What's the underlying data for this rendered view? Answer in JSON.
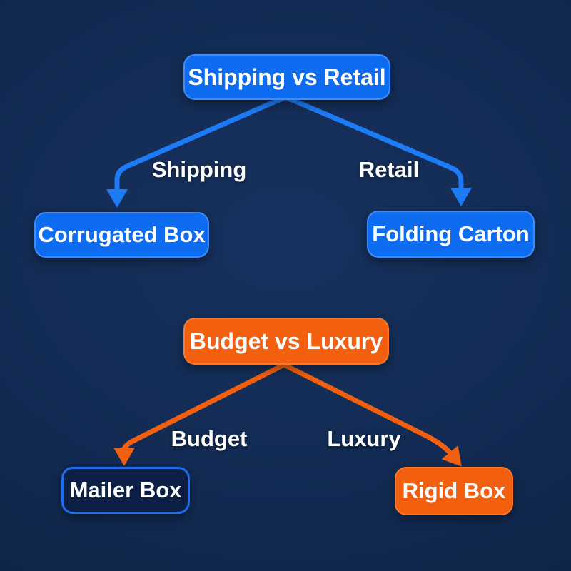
{
  "colors": {
    "background": "#122a52",
    "node_blue": "#0d6cf0",
    "arrow_blue": "#1d7bf5",
    "orange": "#f2600f",
    "navy_node_fill": "#0c2045",
    "navy_node_border": "#1e6cf0",
    "text": "#ffffff"
  },
  "trees": [
    {
      "id": "shipping-vs-retail",
      "root": {
        "label": "Shipping vs Retail"
      },
      "branches": [
        {
          "label": "Shipping",
          "target": {
            "label": "Corrugated Box"
          }
        },
        {
          "label": "Retail",
          "target": {
            "label": "Folding Carton"
          }
        }
      ]
    },
    {
      "id": "budget-vs-luxury",
      "root": {
        "label": "Budget vs Luxury"
      },
      "branches": [
        {
          "label": "Budget",
          "target": {
            "label": "Mailer Box"
          }
        },
        {
          "label": "Luxury",
          "target": {
            "label": "Rigid Box"
          }
        }
      ]
    }
  ]
}
